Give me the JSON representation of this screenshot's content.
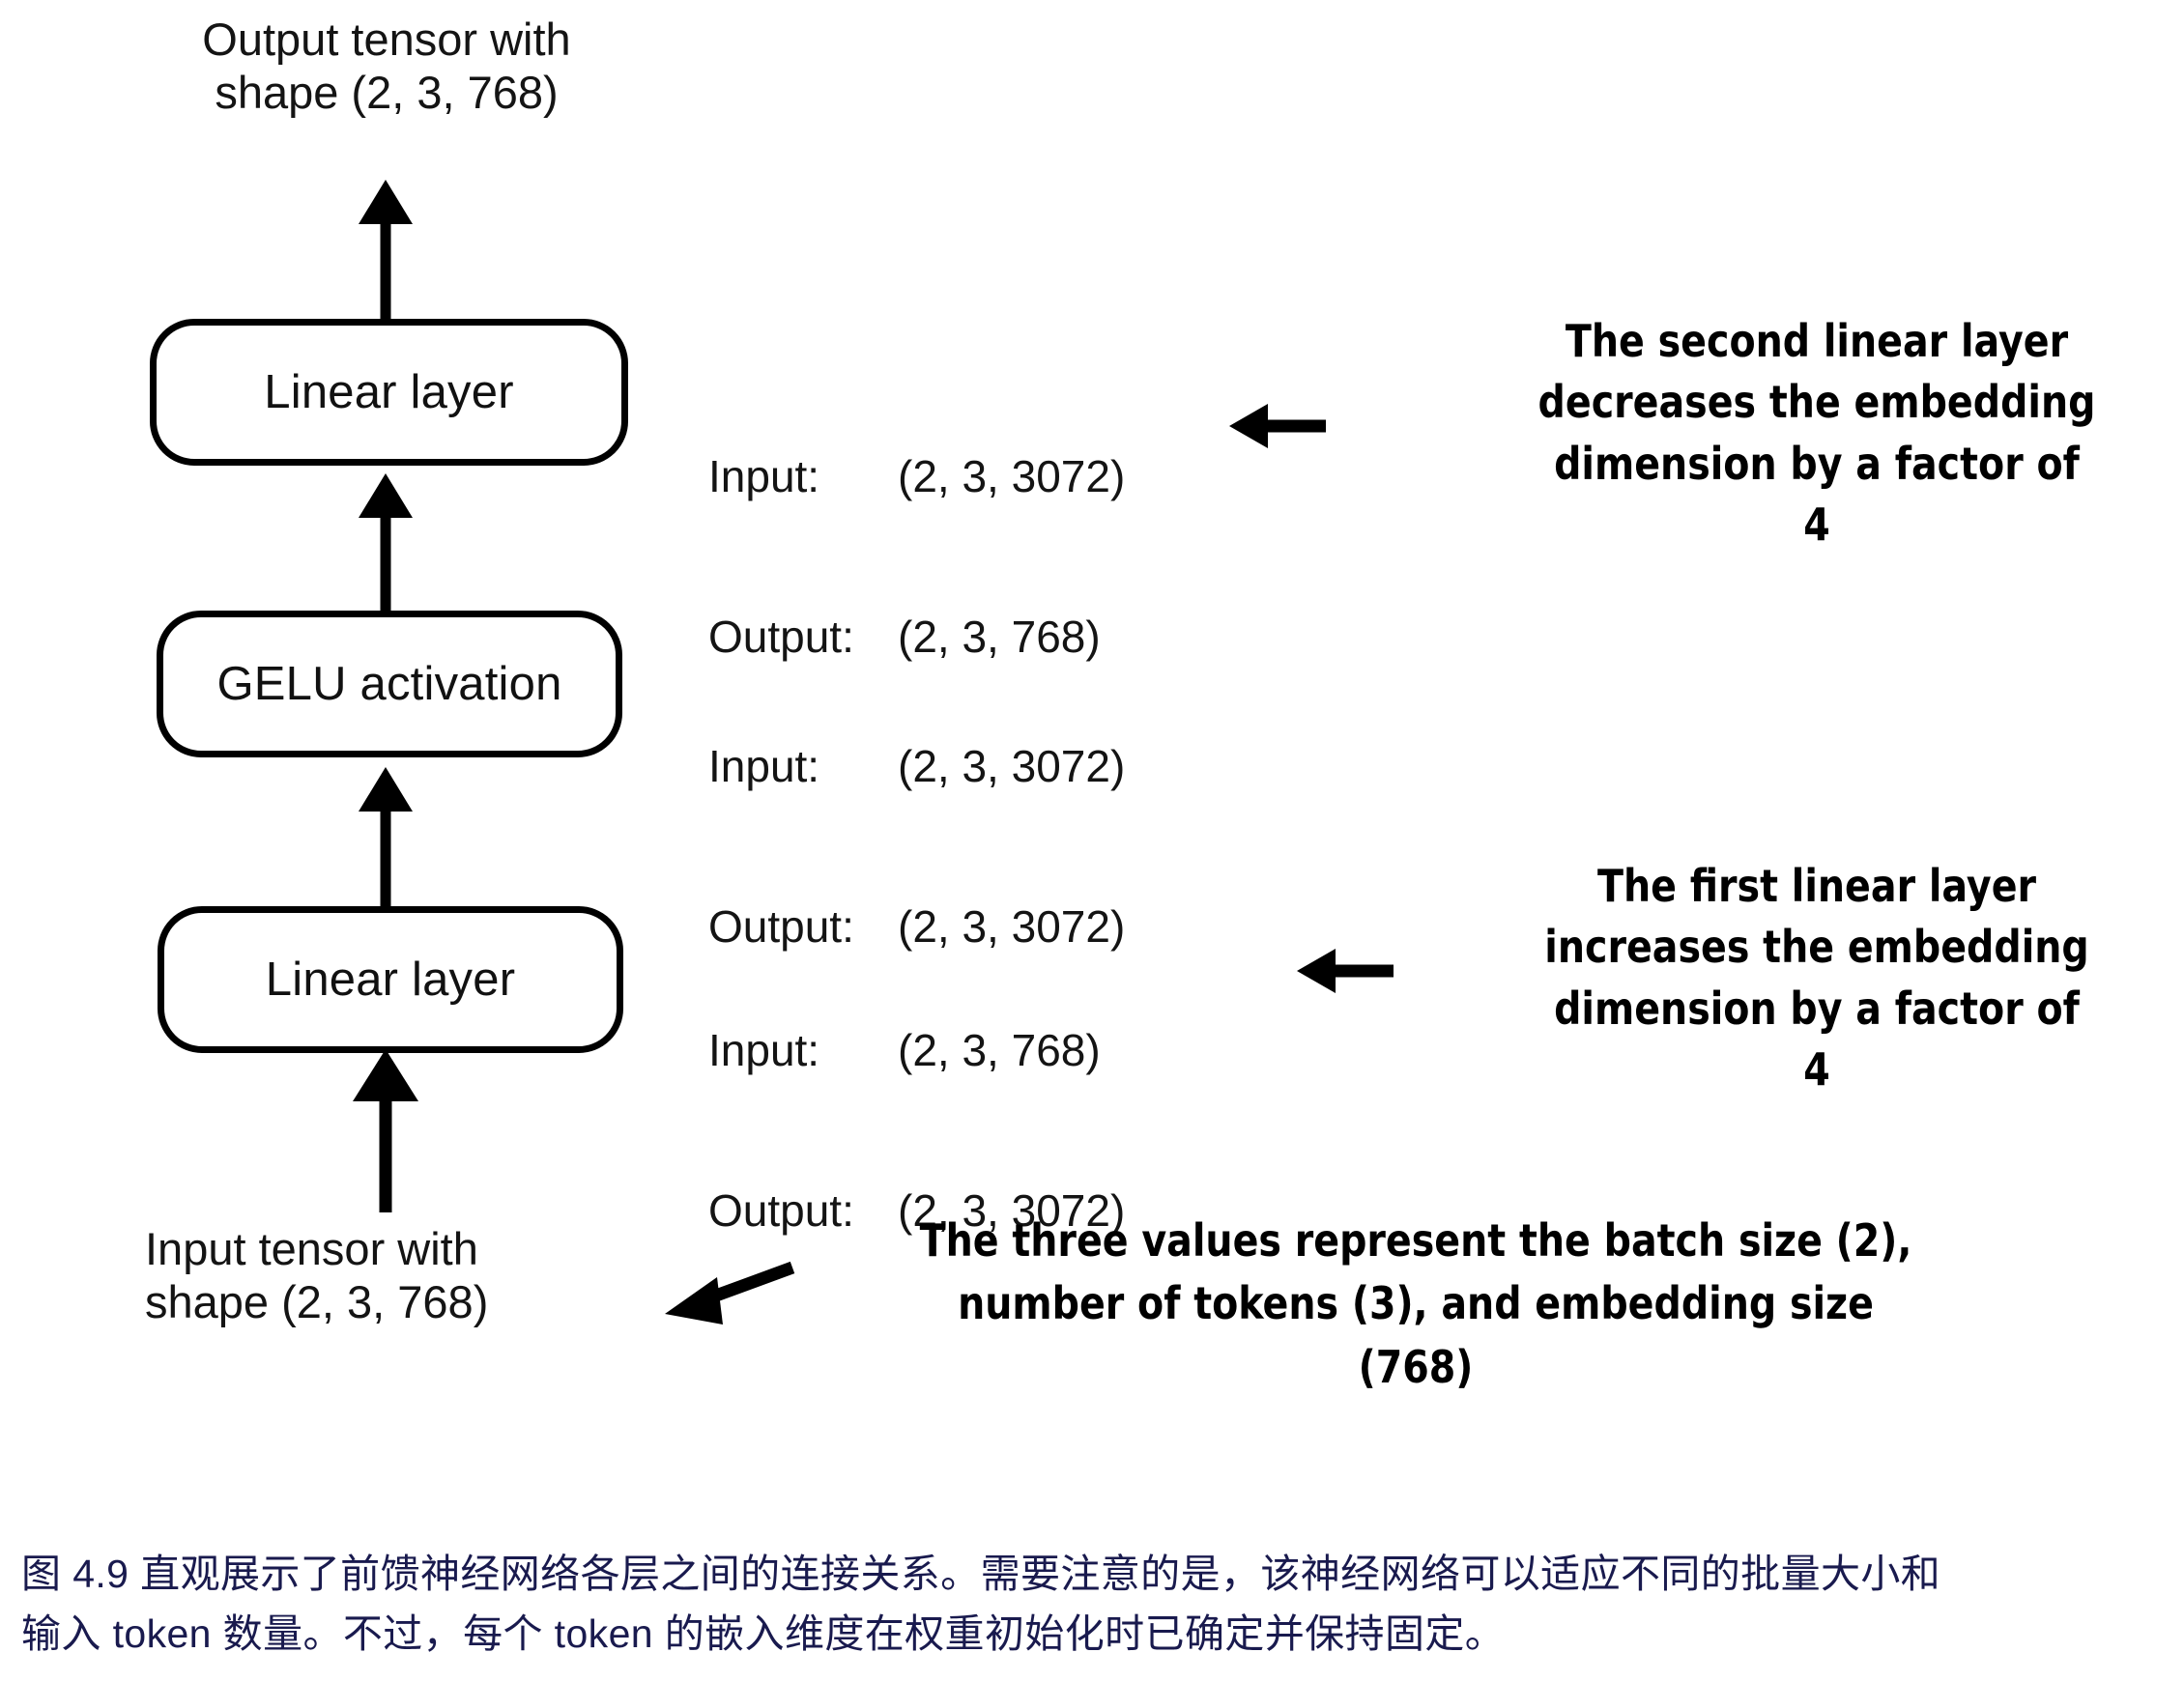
{
  "figure": {
    "top_caption": "Output tensor with\nshape (2, 3, 768)",
    "bottom_caption": "Input tensor with\nshape (2, 3, 768)"
  },
  "blocks": [
    {
      "id": "linear-2",
      "label": "Linear layer"
    },
    {
      "id": "gelu",
      "label": "GELU activation"
    },
    {
      "id": "linear-1",
      "label": "Linear layer"
    }
  ],
  "io_specs": [
    {
      "id": "io-linear-2",
      "input_key": "Input:",
      "input_value": "(2, 3, 3072)",
      "output_key": "Output:",
      "output_value": "(2, 3, 768)"
    },
    {
      "id": "io-gelu",
      "input_key": "Input:",
      "input_value": "(2, 3, 3072)",
      "output_key": "Output:",
      "output_value": "(2, 3, 3072)"
    },
    {
      "id": "io-linear-1",
      "input_key": "Input:",
      "input_value": "(2, 3, 768)",
      "output_key": "Output:",
      "output_value": "(2, 3, 3072)"
    }
  ],
  "annotations": {
    "second_linear": {
      "line1": "The second linear layer",
      "line2": "decreases the embedding",
      "line3": "dimension by a factor of 4"
    },
    "first_linear": {
      "line1": "The first linear layer",
      "line2": "increases the embedding",
      "line3": "dimension by a factor of 4"
    },
    "three_values": {
      "line1": "The three values represent the batch size (2),",
      "line2": "number of tokens (3), and embedding size",
      "line3": "(768)"
    }
  },
  "caption": {
    "line1": "图 4.9 直观展示了前馈神经网络各层之间的连接关系。需要注意的是，该神经网络可以适应不同的批量大小和",
    "line2": "输入 token 数量。不过，每个 token 的嵌入维度在权重初始化时已确定并保持固定。"
  },
  "colors": {
    "ink": "#000000",
    "text": "#141414",
    "caption": "#191a4e",
    "background": "#ffffff"
  }
}
